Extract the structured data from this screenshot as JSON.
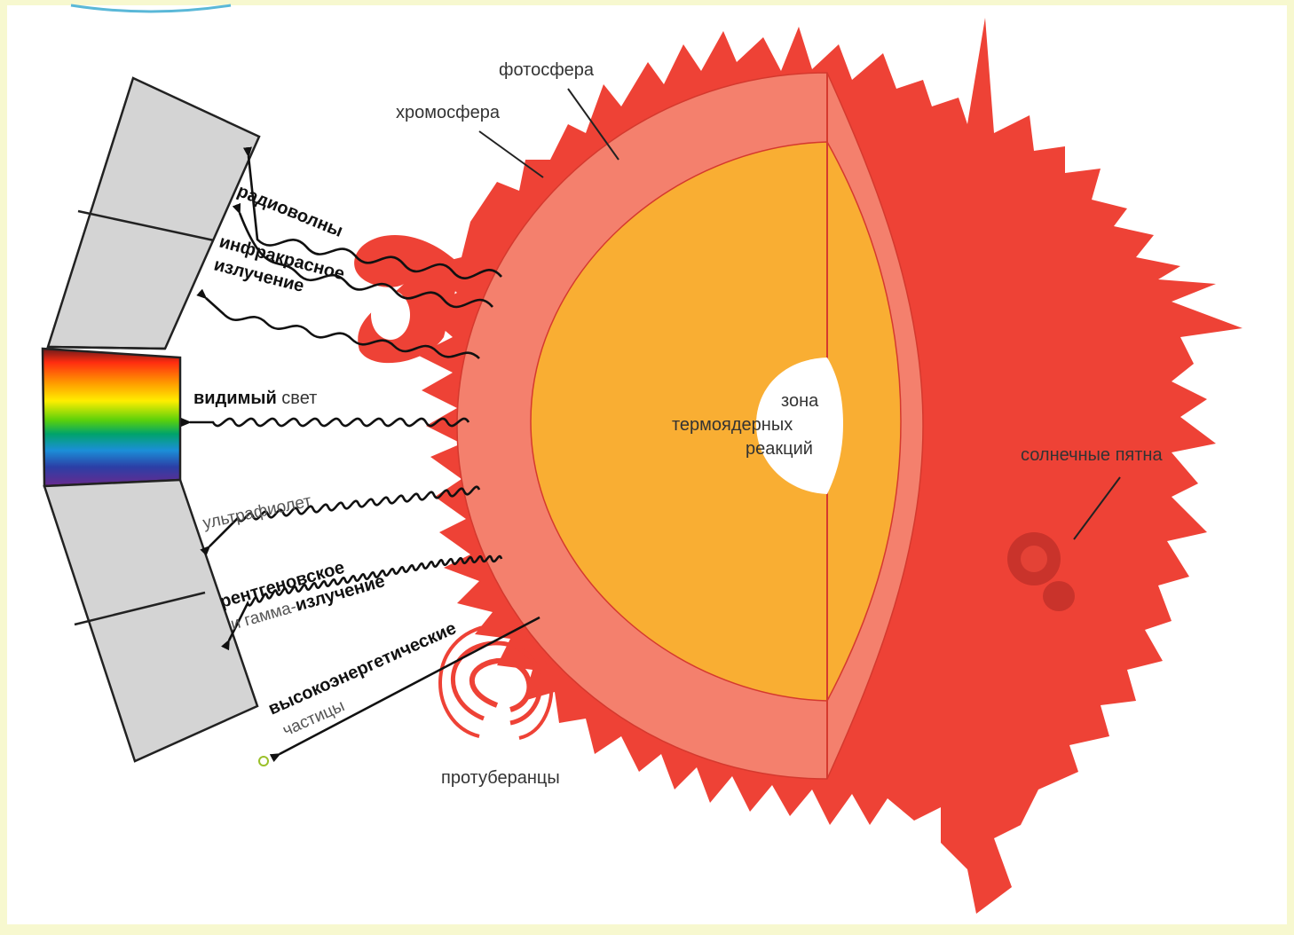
{
  "labels": {
    "photosphere": "фотосфера",
    "chromosphere": "хромосфера",
    "zone_line1": "зона",
    "zone_line2": "термоядерных",
    "zone_line3": "реакций",
    "sunspots": "солнечные пятна",
    "prominences": "протуберанцы"
  },
  "radiation": {
    "radio": "радиоволны",
    "infrared_line1": "инфракрасное",
    "infrared_line2": "излучение",
    "visible_bold": "видимый",
    "visible_rest": " свет",
    "ultraviolet": "ультрафиолет",
    "xray_line1": "рентгеновское",
    "xray_line2a": "и гамма-",
    "xray_line2b": "излучение",
    "particles_line1": "высокоэнергетические",
    "particles_line2": "частицы"
  },
  "colors": {
    "background": "#f7f8cf",
    "sun_surface": "#ee4236",
    "cut_layer": "#f4806d",
    "core": "#f9ae33",
    "zone": "#ffffff",
    "panel": "#d4d4d4"
  },
  "spectrum_colors": [
    "#6a1b1b",
    "#ff2c10",
    "#ff9a00",
    "#ffee00",
    "#5bd10b",
    "#00a36a",
    "#1b8fd8",
    "#2b3fa6",
    "#6a2a8e"
  ]
}
